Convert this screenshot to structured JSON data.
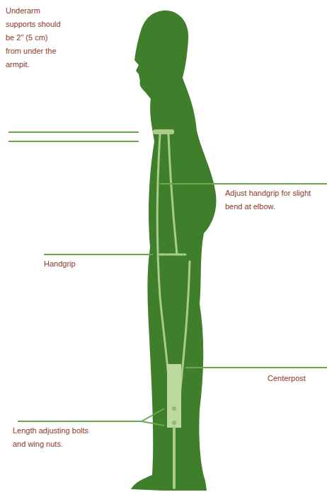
{
  "diagram": {
    "labels": [
      "Underarm supports should be 2\" (5 cm) from under the armpit.",
      "Adjust handgrip for slight bend at elbow.",
      "Handgrip",
      "Centerpost",
      "Length adjusting bolts and wing nuts."
    ]
  }
}
